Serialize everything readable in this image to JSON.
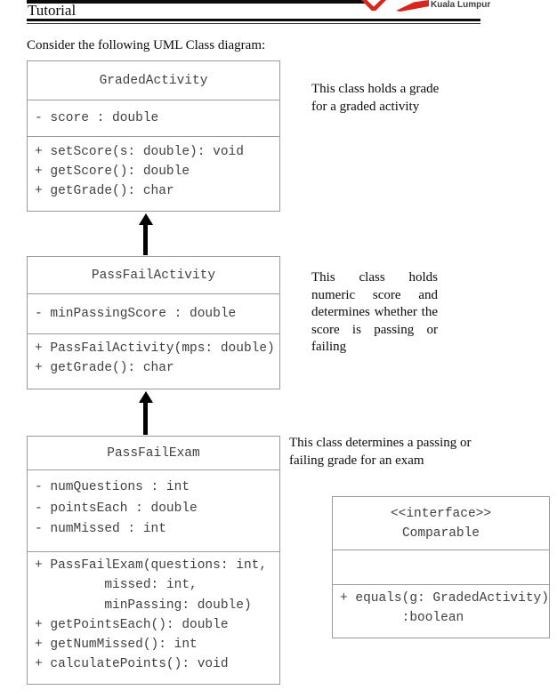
{
  "header": {
    "title": "Tutorial",
    "logo_text": "Kuala Lumpur",
    "logo_red": "#d9261c"
  },
  "intro": "Consider the following UML Class diagram:",
  "colors": {
    "box_border": "#9a9a9a",
    "mono_text": "#404040",
    "arrow": "#000000"
  },
  "classes": [
    {
      "name": "GradedActivity",
      "attributes": [
        "- score : double"
      ],
      "methods": [
        "+ setScore(s: double): void",
        "+ getScore(): double",
        "+ getGrade(): char"
      ],
      "note": "This class holds a grade for a graded activity"
    },
    {
      "name": "PassFailActivity",
      "attributes": [
        "- minPassingScore : double"
      ],
      "methods": [
        "+ PassFailActivity(mps: double)",
        "+ getGrade(): char"
      ],
      "note": "This class holds numeric score and determines whether the score is passing or failing"
    },
    {
      "name": "PassFailExam",
      "attributes": [
        "- numQuestions : int",
        "- pointsEach : double",
        "- numMissed : int"
      ],
      "methods": [
        "+ PassFailExam(questions: int,",
        "         missed: int,",
        "         minPassing: double)",
        "+ getPointsEach(): double",
        "+ getNumMissed(): int",
        "+ calculatePoints(): void"
      ],
      "note": "This class determines a passing or failing grade for an exam"
    }
  ],
  "interface": {
    "stereotype": "<<interface>>",
    "name": "Comparable",
    "methods": [
      "+ equals(g: GradedActivity)",
      "        :boolean"
    ]
  }
}
